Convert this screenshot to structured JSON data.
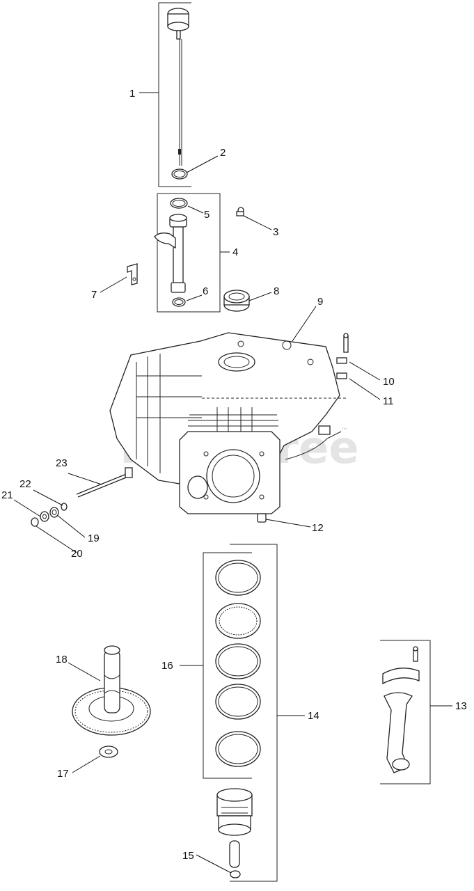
{
  "watermark": {
    "text": "PartsTree",
    "trademark": "™"
  },
  "callouts": [
    {
      "id": "1",
      "label": "1"
    },
    {
      "id": "2",
      "label": "2"
    },
    {
      "id": "3",
      "label": "3"
    },
    {
      "id": "4",
      "label": "4"
    },
    {
      "id": "5",
      "label": "5"
    },
    {
      "id": "6",
      "label": "6"
    },
    {
      "id": "7",
      "label": "7"
    },
    {
      "id": "8",
      "label": "8"
    },
    {
      "id": "9",
      "label": "9"
    },
    {
      "id": "10",
      "label": "10"
    },
    {
      "id": "11",
      "label": "11"
    },
    {
      "id": "12",
      "label": "12"
    },
    {
      "id": "13",
      "label": "13"
    },
    {
      "id": "14",
      "label": "14"
    },
    {
      "id": "15",
      "label": "15"
    },
    {
      "id": "16",
      "label": "16"
    },
    {
      "id": "17",
      "label": "17"
    },
    {
      "id": "18",
      "label": "18"
    },
    {
      "id": "19",
      "label": "19"
    },
    {
      "id": "20",
      "label": "20"
    },
    {
      "id": "21",
      "label": "21"
    },
    {
      "id": "22",
      "label": "22"
    },
    {
      "id": "23",
      "label": "23"
    }
  ]
}
